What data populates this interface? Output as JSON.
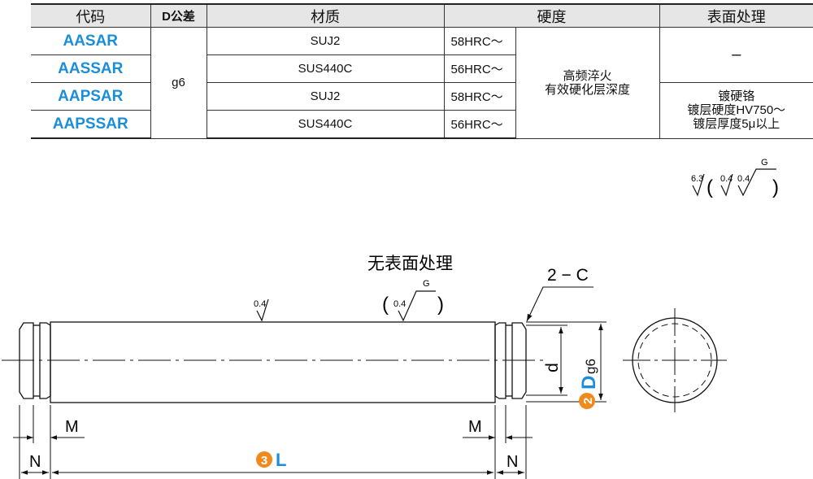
{
  "table": {
    "headers": [
      "代码",
      "D公差",
      "材质",
      "硬度",
      "表面处理"
    ],
    "rows": [
      {
        "code": "AASAR",
        "material": "SUJ2",
        "hardness": "58HRC～"
      },
      {
        "code": "AASSAR",
        "material": "SUS440C",
        "hardness": "56HRC～"
      },
      {
        "code": "AAPSAR",
        "material": "SUJ2",
        "hardness": "58HRC～"
      },
      {
        "code": "AAPSSAR",
        "material": "SUS440C",
        "hardness": "56HRC～"
      }
    ],
    "tolerance": "g6",
    "hardness_note_line1": "高频淬火",
    "hardness_note_line2": "有效硬化层深度",
    "surface_none": "–",
    "surface_plated_line1": "镀硬铬",
    "surface_plated_line2": "镀层硬度HV750～",
    "surface_plated_line3": "镀层厚度5μ以上"
  },
  "roughness": {
    "general_value": "6.3",
    "paren_value_1": "0.4",
    "paren_value_2": "0.4",
    "grind_mark": "G",
    "open_paren": "(",
    "close_paren": ")"
  },
  "drawing": {
    "no_surface_treatment": "无表面处理",
    "chamfer": "2 − C",
    "body_roughness": "0.4",
    "groove_roughness": "0.4",
    "groove_grind": "G",
    "paren_open": "(",
    "paren_close": ")",
    "dim_d": "d",
    "dim_D_number": "2",
    "dim_D_letter": "D",
    "dim_D_tolerance": "g6",
    "dim_M": "M",
    "dim_N": "N",
    "dim_L_number": "3",
    "dim_L_letter": "L"
  },
  "colors": {
    "code_blue": "#1a8ed8",
    "badge_orange": "#f08a1c",
    "dim_blue": "#1a8ed8"
  }
}
